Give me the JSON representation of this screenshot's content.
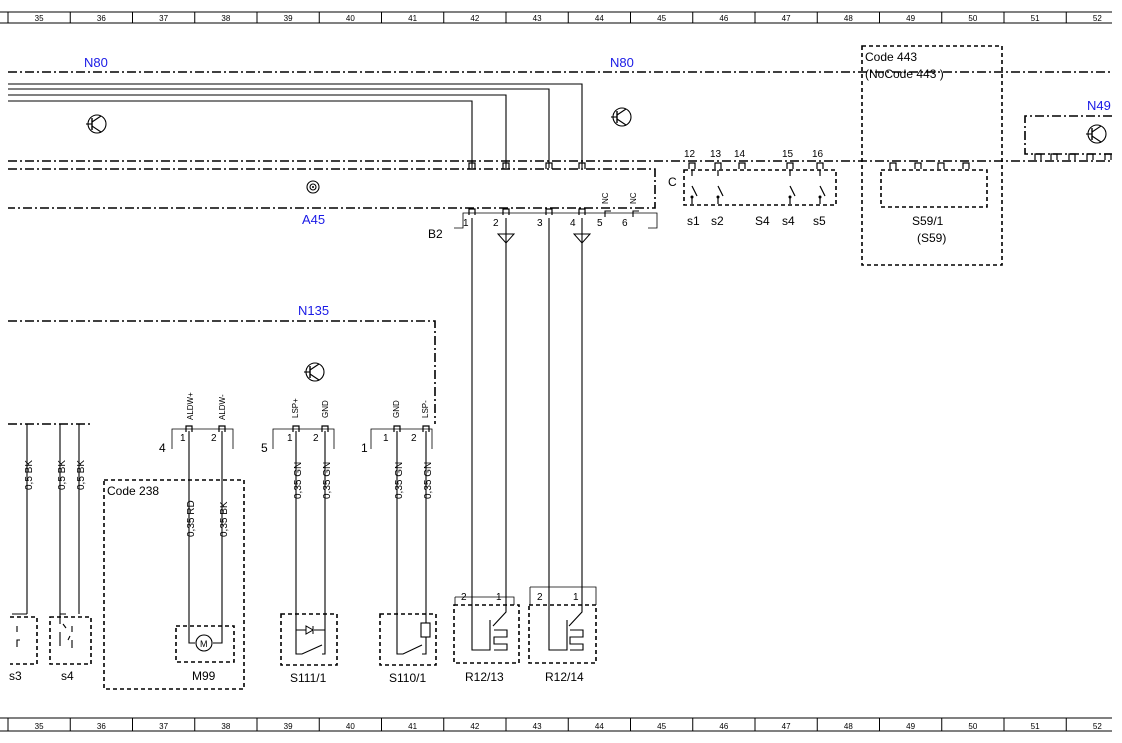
{
  "ruler": [
    "35",
    "36",
    "37",
    "38",
    "39",
    "40",
    "41",
    "42",
    "43",
    "44",
    "45",
    "46",
    "47",
    "48",
    "49",
    "50",
    "51",
    "52"
  ],
  "modules": {
    "n80_left": "N80",
    "n80_right": "N80",
    "n49": "N49",
    "a45": "A45",
    "n135": "N135"
  },
  "code443": {
    "line1": "Code 443",
    "line2": "(NoCode 443  )"
  },
  "code238": "Code 238",
  "b2": {
    "label": "B2",
    "pins": [
      "1",
      "2",
      "3",
      "4",
      "5",
      "6"
    ],
    "nc": [
      "NC",
      "NC"
    ]
  },
  "connector_c": {
    "label": "C",
    "pins": [
      "12",
      "13",
      "14",
      "15",
      "16"
    ],
    "switches": [
      "s1",
      "s2",
      "S4",
      "s4",
      "s5"
    ]
  },
  "s59": {
    "line1": "S59/1",
    "line2": "(S59)"
  },
  "n135_connectors": [
    {
      "id": "4",
      "pins": [
        "1",
        "2"
      ],
      "signals": [
        "ALDW+",
        "ALDW-"
      ]
    },
    {
      "id": "5",
      "pins": [
        "1",
        "2"
      ],
      "signals": [
        "LSP+",
        "GND"
      ]
    },
    {
      "id": "1",
      "pins": [
        "1",
        "2"
      ],
      "signals": [
        "GND",
        "LSP-"
      ]
    }
  ],
  "wires": {
    "bk1": "0,5 BK",
    "bk2": "0,5 BK",
    "bk3": "0,5 BK",
    "m99a": "0,35 RD",
    "m99b": "0,35 BK",
    "s111a": "0,35 GN",
    "s111b": "0,35 GN",
    "s110a": "0,35 GN",
    "s110b": "0,35 GN"
  },
  "components": {
    "s3": "s3",
    "s4": "s4",
    "m99": "M99",
    "m_symbol": "M",
    "s111": "S111/1",
    "s110": "S110/1",
    "r1213": "R12/13",
    "r1214": "R12/14"
  },
  "relay_pins": [
    "2",
    "1",
    "2",
    "1"
  ]
}
